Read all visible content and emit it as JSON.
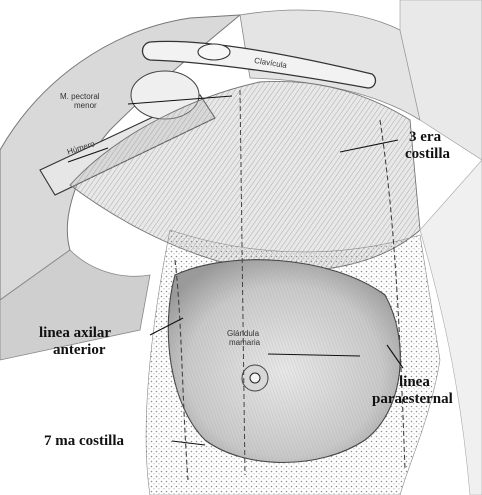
{
  "labels": {
    "clavicula": "Clavícula",
    "pectoral_line1": "M. pectoral",
    "pectoral_line2": "menor",
    "humero": "Húmero",
    "costilla3_line1": "3 era",
    "costilla3_line2": "costilla",
    "axilar_line1": "linea axilar",
    "axilar_line2": "anterior",
    "glandula_line1": "Glándula",
    "glandula_line2": "mamaria",
    "paraesternal_line1": "linea",
    "paraesternal_line2": "paraesternal",
    "costilla7": "7 ma costilla"
  },
  "colors": {
    "background": "#ffffff",
    "sketch_light": "#dcdcdc",
    "sketch_mid": "#b4b4b4",
    "sketch_dark": "#555555",
    "leader_line": "#111111"
  }
}
